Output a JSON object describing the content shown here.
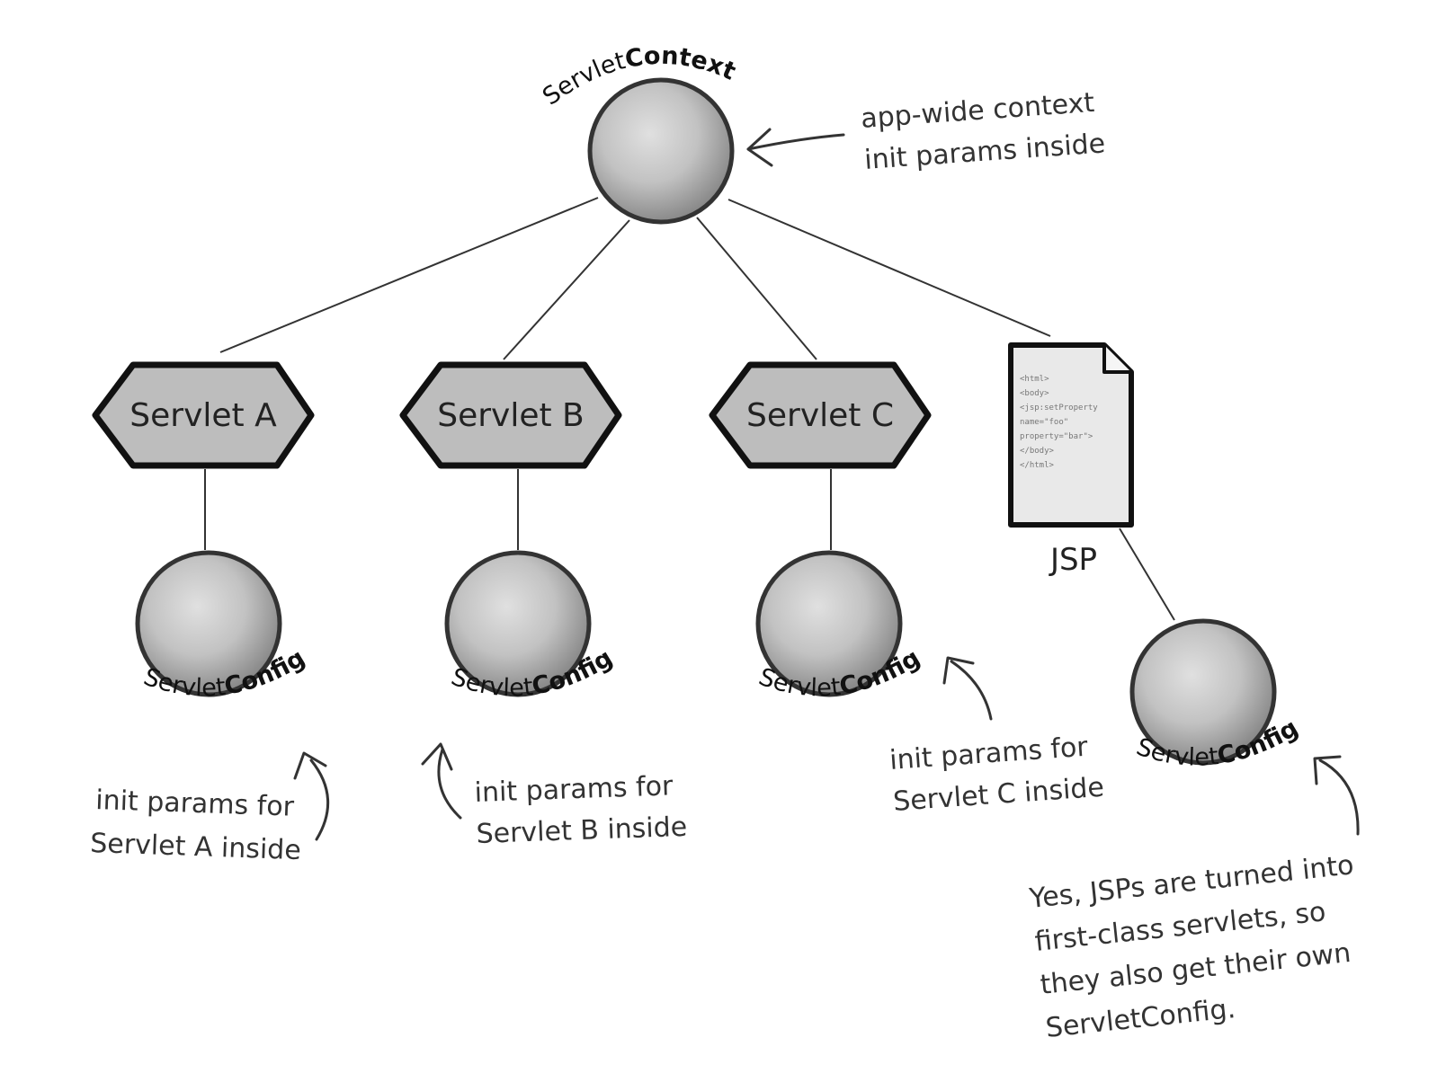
{
  "context": {
    "label_light": "Servlet",
    "label_bold": "Context",
    "note_lines": [
      "app-wide context",
      "init params inside"
    ]
  },
  "servlets": [
    {
      "name": "Servlet A",
      "config_light": "Servlet",
      "config_bold": "Config",
      "note_lines": [
        "init params for",
        "Servlet A inside"
      ]
    },
    {
      "name": "Servlet B",
      "config_light": "Servlet",
      "config_bold": "Config",
      "note_lines": [
        "init params for",
        "Servlet B inside"
      ]
    },
    {
      "name": "Servlet C",
      "config_light": "Servlet",
      "config_bold": "Config",
      "note_lines": [
        "init params for",
        "Servlet C inside"
      ]
    }
  ],
  "jsp": {
    "label": "JSP",
    "code_lines": [
      "<html>",
      "<body>",
      "<jsp:setProperty",
      "name=\"foo\"",
      "property=\"bar\">",
      "</body>",
      "</html>"
    ],
    "config_light": "Servlet",
    "config_bold": "Config",
    "note_lines": [
      "Yes, JSPs are turned into",
      "first-class servlets, so",
      "they also get their own",
      "ServletConfig."
    ]
  }
}
